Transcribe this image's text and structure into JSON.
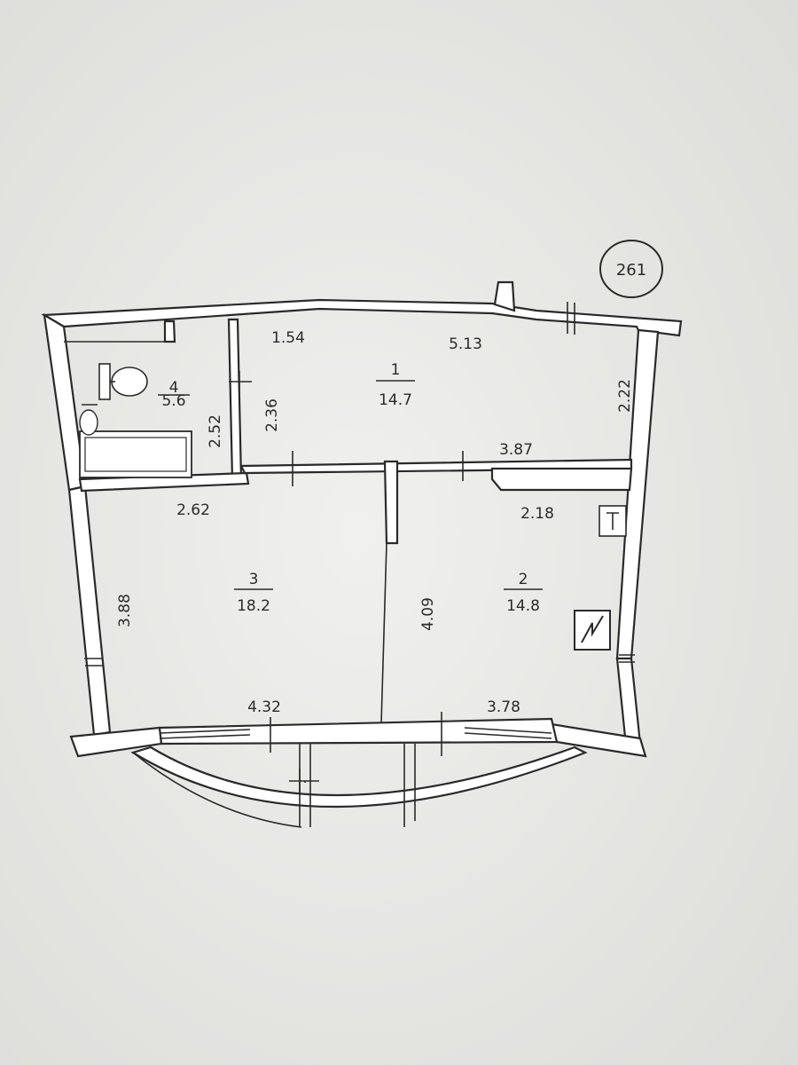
{
  "plan": {
    "unit_number": "261",
    "rooms": [
      {
        "id": "1",
        "area": "14.7"
      },
      {
        "id": "2",
        "area": "14.8"
      },
      {
        "id": "3",
        "area": "18.2"
      },
      {
        "id": "4",
        "area": "5.6"
      }
    ],
    "dimensions": {
      "room1_top_left": "1.54",
      "room1_top": "5.13",
      "room1_right": "2.22",
      "room1_bottom": "3.87",
      "room1_left": "2.36",
      "room4_right": "2.52",
      "room3_top": "2.62",
      "room3_left": "3.88",
      "room3_bottom": "4.32",
      "room2_top": "2.18",
      "room2_left": "4.09",
      "room2_bottom": "3.78"
    }
  }
}
